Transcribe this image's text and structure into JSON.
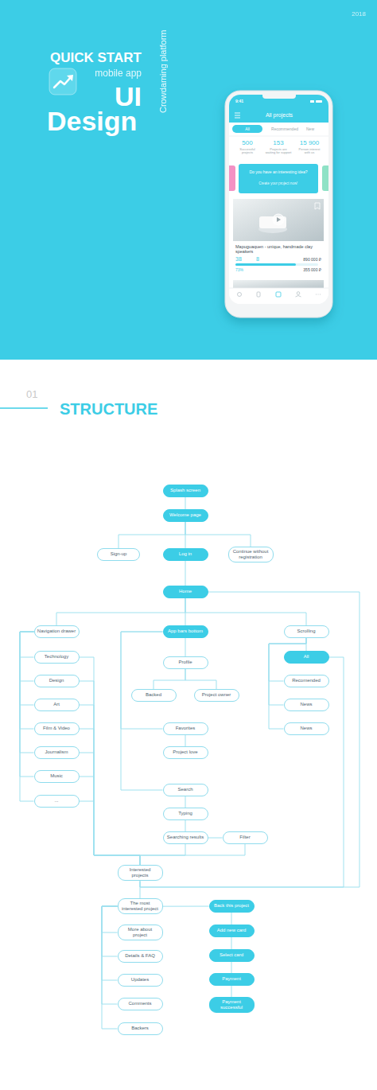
{
  "diagram": {
    "nodes": [
      {
        "text": [
          "Splash screen"
        ]
      },
      {
        "text": [
          "Welcome page"
        ]
      },
      {
        "text": [
          "Sign-up"
        ]
      },
      {
        "text": [
          "Log in"
        ]
      },
      {
        "text": [
          "Continue without registration"
        ]
      },
      {
        "text": [
          "Home"
        ]
      },
      {
        "text": [
          "Navigation drawer"
        ]
      },
      {
        "text": [
          "App bars bottom"
        ]
      },
      {
        "text": [
          "Scrolling"
        ]
      },
      {
        "text": [
          "Technology"
        ]
      },
      {
        "text": [
          "All"
        ]
      },
      {
        "text": [
          "Profile"
        ]
      },
      {
        "text": [
          "Design"
        ]
      },
      {
        "text": [
          "Recomended"
        ]
      },
      {
        "text": [
          "Backed"
        ]
      },
      {
        "text": [
          "Project owner"
        ]
      },
      {
        "text": [
          "Art"
        ]
      },
      {
        "text": [
          "News"
        ]
      },
      {
        "text": [
          "Film & Video"
        ]
      },
      {
        "text": [
          "Favorites"
        ]
      },
      {
        "text": [
          "News"
        ]
      },
      {
        "text": [
          "Journalism"
        ]
      },
      {
        "text": [
          "Project love"
        ]
      },
      {
        "text": [
          "Music"
        ]
      },
      {
        "text": [
          "Search"
        ]
      },
      {
        "text": [
          "..."
        ]
      },
      {
        "text": [
          "Typing"
        ]
      },
      {
        "text": [
          "Searching results"
        ]
      },
      {
        "text": [
          "Filter"
        ]
      },
      {
        "text": [
          "Interested projects"
        ]
      },
      {
        "text": [
          "The most interested project"
        ]
      },
      {
        "text": [
          "Back this project"
        ]
      },
      {
        "text": [
          "Add new card"
        ]
      },
      {
        "text": [
          "More about project"
        ]
      },
      {
        "text": [
          "Select card"
        ]
      },
      {
        "text": [
          "Details & FAQ"
        ]
      },
      {
        "text": [
          "Payment"
        ]
      },
      {
        "text": [
          "Updates"
        ]
      },
      {
        "text": [
          "Comments"
        ]
      },
      {
        "text": [
          "Payment successful"
        ]
      },
      {
        "text": [
          "Backers"
        ]
      }
    ],
    "edges": [
      {
        "from": 0,
        "to": 1,
        "arrow": "none"
      },
      {
        "from": 1,
        "to": 2,
        "arrow": "none"
      },
      {
        "from": 1,
        "to": 3,
        "arrow": "none"
      },
      {
        "from": 1,
        "to": 4,
        "arrow": "none"
      },
      {
        "from": 3,
        "to": 5,
        "arrow": "none"
      },
      {
        "from": 5,
        "to": 6,
        "arrow": "none"
      },
      {
        "from": 5,
        "to": 7,
        "arrow": "none"
      },
      {
        "from": 5,
        "to": 8,
        "arrow": "none"
      },
      {
        "from": 5,
        "to": 29,
        "arrow": "none"
      },
      {
        "from": 6,
        "to": 9,
        "arrow": "none"
      },
      {
        "from": 6,
        "to": 12,
        "arrow": "none"
      },
      {
        "from": 6,
        "to": 16,
        "arrow": "none"
      },
      {
        "from": 6,
        "to": 18,
        "arrow": "none"
      },
      {
        "from": 6,
        "to": 21,
        "arrow": "none"
      },
      {
        "from": 6,
        "to": 23,
        "arrow": "none"
      },
      {
        "from": 6,
        "to": 25,
        "arrow": "none"
      },
      {
        "from": 7,
        "to": 11,
        "arrow": "none"
      },
      {
        "from": 7,
        "to": 19,
        "arrow": "none"
      },
      {
        "from": 7,
        "to": 24,
        "arrow": "none"
      },
      {
        "from": 8,
        "to": 10,
        "arrow": "none"
      },
      {
        "from": 8,
        "to": 13,
        "arrow": "none"
      },
      {
        "from": 8,
        "to": 17,
        "arrow": "none"
      },
      {
        "from": 8,
        "to": 20,
        "arrow": "none"
      },
      {
        "from": 10,
        "to": 29,
        "arrow": "none"
      },
      {
        "from": 11,
        "to": 14,
        "arrow": "none"
      },
      {
        "from": 11,
        "to": 15,
        "arrow": "none"
      },
      {
        "from": 19,
        "to": 22,
        "arrow": "none"
      },
      {
        "from": 24,
        "to": 26,
        "arrow": "none"
      },
      {
        "from": 26,
        "to": 27,
        "arrow": "none"
      },
      {
        "from": 27,
        "to": 28,
        "arrow": "none"
      },
      {
        "from": 27,
        "to": 29,
        "arrow": "none"
      },
      {
        "from": 28,
        "to": 29,
        "arrow": "none"
      },
      {
        "from": 9,
        "to": 29,
        "arrow": "none"
      },
      {
        "from": 12,
        "to": 29,
        "arrow": "none"
      },
      {
        "from": 16,
        "to": 29,
        "arrow": "none"
      },
      {
        "from": 18,
        "to": 29,
        "arrow": "none"
      },
      {
        "from": 21,
        "to": 29,
        "arrow": "none"
      },
      {
        "from": 23,
        "to": 29,
        "arrow": "none"
      },
      {
        "from": 25,
        "to": 29,
        "arrow": "none"
      },
      {
        "from": 29,
        "to": 30,
        "arrow": "none"
      },
      {
        "from": 30,
        "to": 31,
        "arrow": "none"
      },
      {
        "from": 30,
        "to": 33,
        "arrow": "none"
      },
      {
        "from": 30,
        "to": 35,
        "arrow": "none"
      },
      {
        "from": 30,
        "to": 37,
        "arrow": "none"
      },
      {
        "from": 30,
        "to": 38,
        "arrow": "none"
      },
      {
        "from": 30,
        "to": 40,
        "arrow": "none"
      },
      {
        "from": 31,
        "to": 32,
        "arrow": "none"
      },
      {
        "from": 32,
        "to": 34,
        "arrow": "none"
      },
      {
        "from": 34,
        "to": 36,
        "arrow": "none"
      },
      {
        "from": 36,
        "to": 39,
        "arrow": "none"
      }
    ],
    "labels": [
      "2018",
      "QUICK START",
      "mobile app",
      "UI",
      "Design",
      "Crowdaming platform",
      "9:41",
      "All projects",
      "All",
      "Recommended",
      "New",
      "500",
      "Successful projects",
      "153",
      "Projects are waiting for support",
      "15 900",
      "Person interest with us",
      "Do you have an interesting idea?",
      "Create your project now!",
      "Mapuguaquen - unique, handmade clay speakers",
      "38",
      "8",
      "890 000 ₽",
      "73%",
      "355 000 ₽",
      "01",
      "STRUCTURE"
    ]
  }
}
